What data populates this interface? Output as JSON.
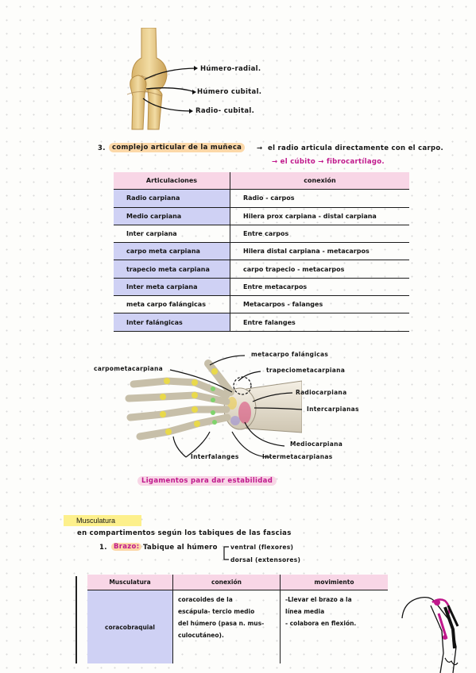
{
  "elbow": {
    "labels": [
      "Húmero-radial.",
      "Húmero cubital.",
      "Radio- cubital."
    ]
  },
  "wrist": {
    "number": "3.",
    "title": "complejo articular de la muñeca",
    "arrow": "→",
    "desc": "el radio articula directamente con el carpo.",
    "sub": "→ el cúbito → fibrocartílago.",
    "table": {
      "headers": [
        "Articulaciones",
        "conexión"
      ],
      "rows": [
        [
          "Radio carpiana",
          "Radio - carpos"
        ],
        [
          "Medio carpiana",
          "Hilera prox carpiana - distal carpiana"
        ],
        [
          "Inter carpiana",
          "Entre carpos"
        ],
        [
          "carpo meta carpiana",
          "Hilera distal carpiana - metacarpos"
        ],
        [
          "trapecio meta carpiana",
          "carpo trapecio - metacarpos"
        ],
        [
          "Inter meta carpiana",
          "Entre metacarpos"
        ],
        [
          "meta carpo falángicas",
          "Metacarpos - falanges"
        ],
        [
          "Inter falángicas",
          "Entre falanges"
        ]
      ]
    }
  },
  "hand": {
    "labels": {
      "metacarpofalangicas": "metacarpo falángicas",
      "carpometacarpiana": "carpometacarpiana",
      "trapeciometacarpiana": "trapeciometacarpiana",
      "radiocarpiana": "Radiocarpiana",
      "intercarpianas": "Intercarpianas",
      "mediocarpiana": "Mediocarpiana",
      "interfalanges": "Interfalanges",
      "intermetacarpianas": "Intermetacarpianas"
    },
    "note": "Ligamentos para dar estabilidad"
  },
  "muscle": {
    "tag": "Musculatura",
    "intro": "en compartimentos según los tabiques de las fascias",
    "item_num": "1.",
    "item_label": "Brazo:",
    "item_text": "Tabique al húmero",
    "branches": [
      "ventral (flexores)",
      "dorsal (extensores)"
    ],
    "table": {
      "headers": [
        "Musculatura",
        "conexión",
        "movimiento"
      ],
      "muscle": "coracobraquial",
      "conexion": [
        "coracoides de la",
        "escápula- tercio medio",
        "del húmero (pasa n. mus-",
        "culocutáneo)."
      ],
      "movimiento": [
        "-Llevar el brazo a la",
        "línea media",
        "- colabora en flexión."
      ]
    }
  },
  "colors": {
    "pink_highlight": "#f8d6e6",
    "lavender": "#cfd1f4",
    "orange_highlight": "#fcd8a8",
    "magenta_ink": "#c0188c",
    "yellow_tag": "#fdf08c"
  }
}
